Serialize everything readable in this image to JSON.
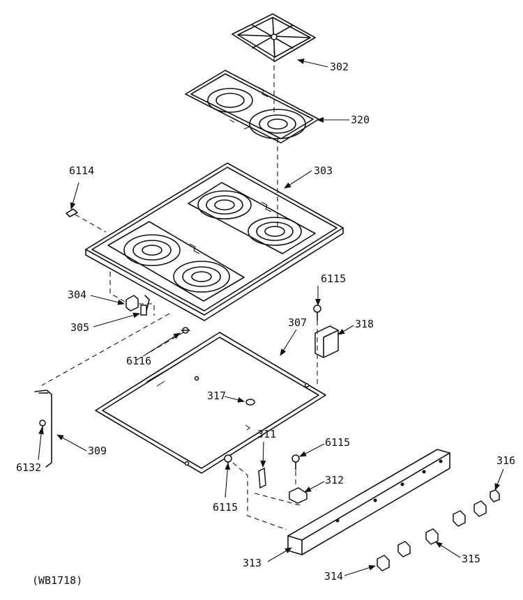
{
  "diagram": {
    "code": "(WB1718)",
    "labels": {
      "l302": "302",
      "l320": "320",
      "l303": "303",
      "l6114": "6114",
      "l304": "304",
      "l305": "305",
      "l6116": "6116",
      "l6115_top": "6115",
      "l307": "307",
      "l318": "318",
      "l317": "317",
      "l311": "311",
      "l6115_mid": "6115",
      "l316": "316",
      "l6132": "6132",
      "l309": "309",
      "l312": "312",
      "l6115_bottom": "6115",
      "l313": "313",
      "l315": "315",
      "l314": "314"
    }
  }
}
